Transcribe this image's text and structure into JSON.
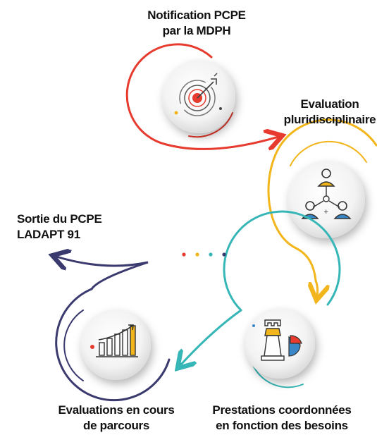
{
  "steps": {
    "notification": {
      "line1": "Notification PCPE",
      "line2": "par la MDPH",
      "icon": "target-icon"
    },
    "evaluation": {
      "line1": "Evaluation",
      "line2": "pluridisciplinaire",
      "icon": "team-hierarchy-icon"
    },
    "prestations": {
      "line1": "Prestations coordonnées",
      "line2": "en fonction des besoins",
      "icon": "strategy-chess-icon"
    },
    "evaluations_cours": {
      "line1": "Evaluations en cours",
      "line2": "de parcours",
      "icon": "growth-chart-icon"
    },
    "sortie": {
      "line1": "Sortie du PCPE",
      "line2": "LADAPT 91"
    }
  },
  "colors": {
    "red": "#e63b2e",
    "yellow": "#f2b51b",
    "teal": "#36b6b6",
    "navy": "#3b3a6e",
    "blue": "#3a87c8"
  },
  "dots": [
    "#e63b2e",
    "#f2b51b",
    "#36b6b6",
    "#3b3a6e"
  ]
}
